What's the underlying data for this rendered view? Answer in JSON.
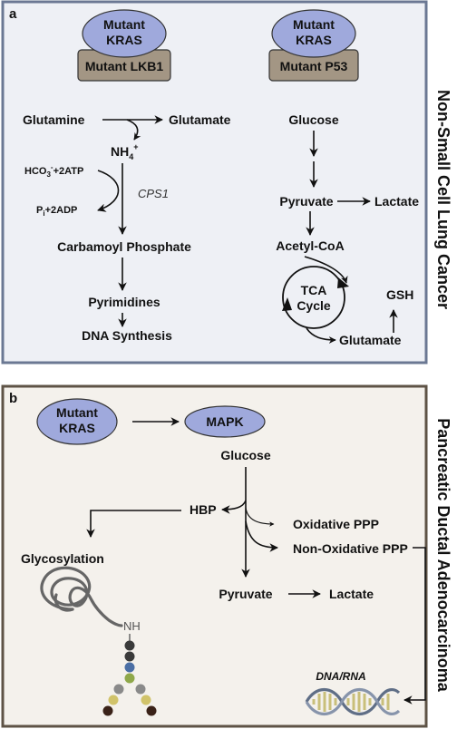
{
  "panel_a": {
    "letter": "a",
    "side_title": "Non-Small Cell Lung Cancer",
    "kras1": [
      "Mutant",
      "KRAS"
    ],
    "lkb1": "Mutant LKB1",
    "kras2": [
      "Mutant",
      "KRAS"
    ],
    "p53": "Mutant P53",
    "glutamine": "Glutamine",
    "glutamate_top": "Glutamate",
    "nh4": "NH",
    "nh4_sub": "4",
    "nh4_sup": "+",
    "hco3": "HCO",
    "hco3_sub": "3",
    "hco3_sup": "-",
    "hco3_rest": "+2ATP",
    "pi": "P",
    "pi_sub": "i",
    "pi_rest": "+2ADP",
    "cps1": "CPS1",
    "carbamoyl": "Carbamoyl Phosphate",
    "pyrimidines": "Pyrimidines",
    "dna_synthesis": "DNA Synthesis",
    "glucose": "Glucose",
    "pyruvate": "Pyruvate",
    "lactate": "Lactate",
    "acetyl_coa": "Acetyl-CoA",
    "tca": [
      "TCA",
      "Cycle"
    ],
    "gsh": "GSH",
    "glutamate_bottom": "Glutamate"
  },
  "panel_b": {
    "letter": "b",
    "side_title": "Pancreatic Ductal Adenocarcinoma",
    "kras": [
      "Mutant",
      "KRAS"
    ],
    "mapk": "MAPK",
    "glucose": "Glucose",
    "hbp": "HBP",
    "glycosylation": "Glycosylation",
    "oxidative_ppp": "Oxidative PPP",
    "non_oxidative_ppp": "Non-Oxidative PPP",
    "pyruvate": "Pyruvate",
    "lactate": "Lactate",
    "nh": "NH",
    "dna_rna": "DNA/RNA"
  },
  "colors": {
    "panel_a_bg": "#eef0f5",
    "panel_a_border": "#6b7893",
    "panel_b_bg": "#f4f1ec",
    "panel_b_border": "#5e5346",
    "ellipse_fill": "#9fa9dc",
    "box_fill": "#a39684"
  }
}
